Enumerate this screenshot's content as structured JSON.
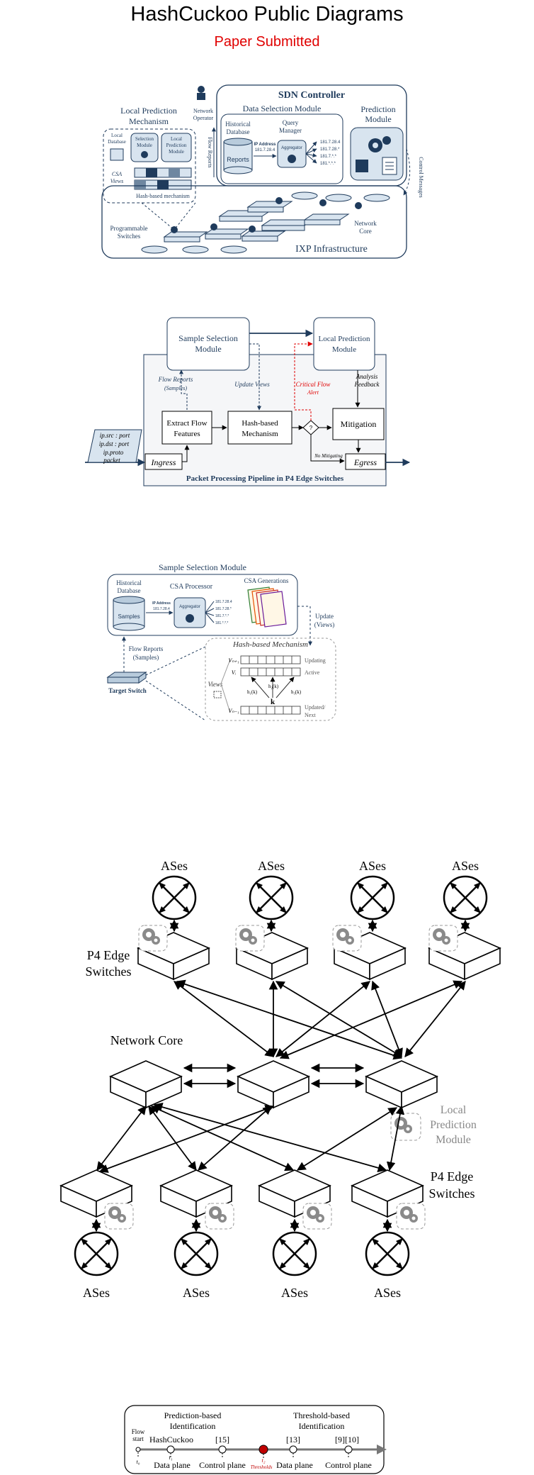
{
  "page": {
    "title": "HashCuckoo Public Diagrams",
    "subtitle": "Paper Submitted"
  },
  "fig1": {
    "sdn_controller": "SDN Controller",
    "data_selection_module": "Data Selection Module",
    "prediction_module_l1": "Prediction",
    "prediction_module_l2": "Module",
    "local_prediction_l1": "Local Prediction",
    "local_prediction_l2": "Mechanism",
    "network_operator_l1": "Network",
    "network_operator_l2": "Operator",
    "historical_db_l1": "Historical",
    "historical_db_l2": "Database",
    "reports": "Reports",
    "query_manager_l1": "Query",
    "query_manager_l2": "Manager",
    "aggregator": "Aggregator",
    "ip_address": "IP Address",
    "ip_value": "181.7.28.4",
    "list_items": [
      "181.7.28.4",
      "181.7.28.*",
      "181.7.*.*",
      "181.*.*.*"
    ],
    "local_database_l1": "Local",
    "local_database_l2": "Database",
    "selection_module_l1": "Selection",
    "selection_module_l2": "Module",
    "local_prediction_module_l1": "Local",
    "local_prediction_module_l2": "Prediction",
    "local_prediction_module_l3": "Module",
    "csa_views_l1": "CSA",
    "csa_views_l2": "Views",
    "hash_based_mechanism": "Hash-based mechanism",
    "flow_reports": "Flow Reports",
    "control_messages": "Control Messages",
    "programmable_switches_l1": "Programmable",
    "programmable_switches_l2": "Switches",
    "network_core_l1": "Network",
    "network_core_l2": "Core",
    "ixp_infrastructure": "IXP Infrastructure"
  },
  "fig2": {
    "sample_selection_l1": "Sample Selection",
    "sample_selection_l2": "Module",
    "local_prediction_l1": "Local Prediction",
    "local_prediction_l2": "Module",
    "flow_reports_l1": "Flow Reports",
    "flow_reports_l2": "(Samples)",
    "update_views": "Update Views",
    "critical_flow_l1": "Critical Flow",
    "critical_flow_l2": "Alert",
    "analysis_feedback_l1": "Analysis",
    "analysis_feedback_l2": "Feedback",
    "extract_flow_l1": "Extract Flow",
    "extract_flow_l2": "Features",
    "hash_mech_l1": "Hash-based",
    "hash_mech_l2": "Mechanism",
    "decision": "?",
    "mitigation": "Mitigation",
    "no_mitigating": "No Mitigating",
    "ingress": "Ingress",
    "egress": "Egress",
    "packet_fields": [
      "ip.src : port",
      "ip.dst : port",
      "ip.proto"
    ],
    "packet": "packet",
    "pipeline_label": "Packet Processing Pipeline in P4 Edge Switches"
  },
  "fig3": {
    "title": "Sample Selection Module",
    "historical_db_l1": "Historical",
    "historical_db_l2": "Database",
    "samples": "Samples",
    "csa_processor": "CSA Processor",
    "csa_generations": "CSA Generations",
    "aggregator": "Aggregator",
    "ip_address": "IP Address",
    "ip_value": "181.7.28.4",
    "list_items": [
      "181.7.28.4",
      "181.7.28.*",
      "181.7.*.*",
      "181.*.*.*"
    ],
    "update_views_l1": "Update",
    "update_views_l2": "(Views)",
    "flow_reports_l1": "Flow Reports",
    "flow_reports_l2": "(Samples)",
    "target_switch": "Target Switch",
    "hash_mech": "Hash-based Mechanism",
    "views": "Views",
    "v_top": "Vₙ₊₁",
    "v_mid": "Vᵢ",
    "v_bot": "Vₙ₋₁",
    "updating": "Updating",
    "active": "Active",
    "updated_l1": "Updated/",
    "updated_l2": "Next",
    "h1": "h₁(k)",
    "h2": "h₂(k)",
    "h3": "h₃(k)",
    "k": "k"
  },
  "fig4": {
    "ases": "ASes",
    "p4_edge_top_l1": "P4 Edge",
    "p4_edge_top_l2": "Switches",
    "network_core": "Network Core",
    "local_pred_l1": "Local",
    "local_pred_l2": "Prediction",
    "local_pred_l3": "Module",
    "p4_edge_bottom_l1": "P4 Edge",
    "p4_edge_bottom_l2": "Switches"
  },
  "fig5": {
    "prediction_based_l1": "Prediction-based",
    "prediction_based_l2": "Identification",
    "threshold_based_l1": "Threshold-based",
    "threshold_based_l2": "Identification",
    "flow_start_l1": "Flow",
    "flow_start_l2": "start",
    "t0": "t₀",
    "t1": "t₁",
    "t2": "t₂",
    "hashcuckoo": "HashCuckoo",
    "ref15": "[15]",
    "ref13": "[13]",
    "ref9_10": "[9][10]",
    "data_plane_1": "Data plane",
    "control_plane_1": "Control plane",
    "thresholds": "Thresholds",
    "data_plane_2": "Data plane",
    "control_plane_2": "Control plane"
  }
}
